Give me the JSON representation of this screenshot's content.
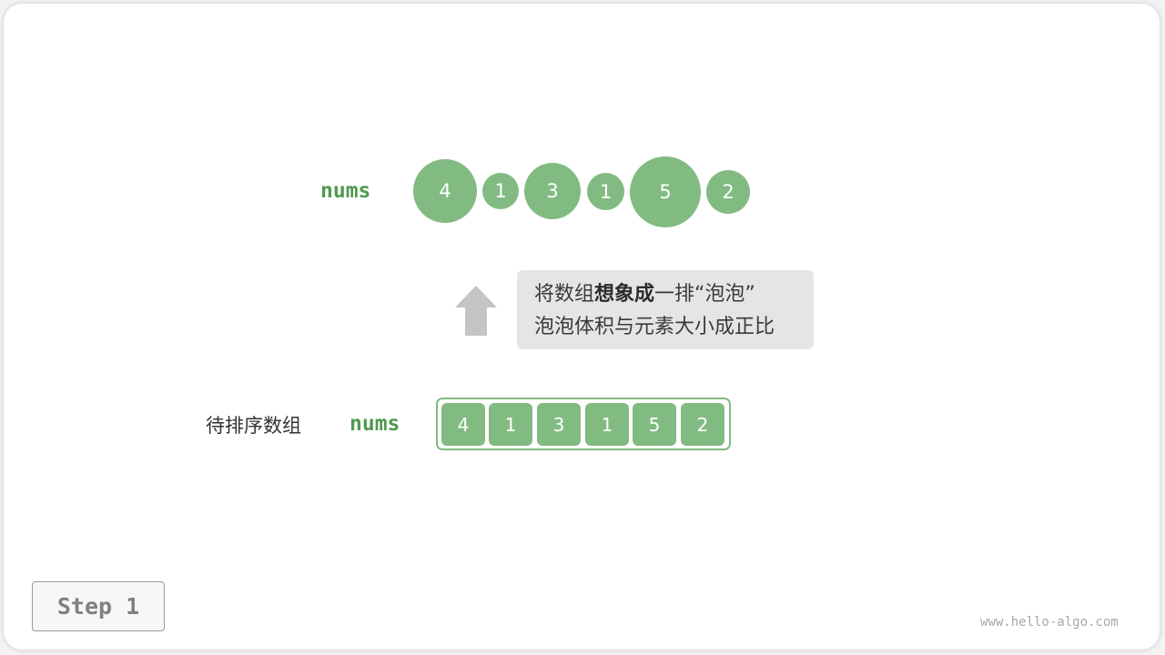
{
  "colors": {
    "accent_green": "#82bb82",
    "label_green": "#4e9a4e",
    "note_bg": "#e5e5e5",
    "arrow_gray": "#c4c4c4"
  },
  "bubbles": {
    "label": "nums",
    "items": [
      {
        "value": "4",
        "diameter": 70
      },
      {
        "value": "1",
        "diameter": 40
      },
      {
        "value": "3",
        "diameter": 62
      },
      {
        "value": "1",
        "diameter": 41
      },
      {
        "value": "5",
        "diameter": 78
      },
      {
        "value": "2",
        "diameter": 48
      }
    ]
  },
  "note": {
    "line1_a": "将数组",
    "line1_bold": "想象成",
    "line1_b": "一排“泡泡”",
    "line2": "泡泡体积与元素大小成正比"
  },
  "array": {
    "description": "待排序数组",
    "label": "nums",
    "cells": [
      "4",
      "1",
      "3",
      "1",
      "5",
      "2"
    ]
  },
  "step": {
    "label": "Step 1"
  },
  "watermark": "www.hello-algo.com",
  "icons": {
    "arrow": "arrow-up-icon"
  }
}
